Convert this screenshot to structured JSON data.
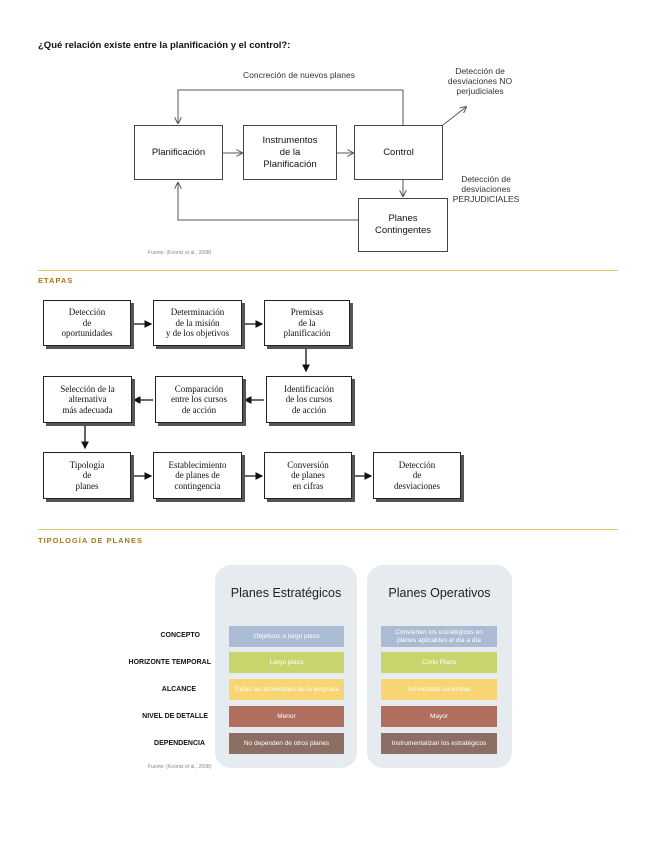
{
  "question": "¿Qué relación existe entre la planificación y el control?:",
  "diagram1": {
    "boxes": {
      "planificacion": "Planificación",
      "instrumentos": "Instrumentos\nde la\nPlanificación",
      "control": "Control",
      "contingentes": "Planes\nContingentes"
    },
    "notes": {
      "concrecion": "Concreción de nuevos planes",
      "no_perjudiciales": "Detección de\ndesviaciones NO\nperjudiciales",
      "perjudiciales": "Detección de\ndesviaciones\nPERJUDICIALES"
    },
    "caption": "Fuente: (Koontz et al., 2008)"
  },
  "etapas": {
    "title": "ETAPAS",
    "boxes": [
      "Detección\nde\noportunidades",
      "Determinación\nde la misión\ny de los objetivos",
      "Premisas\nde la\nplanificación",
      "Identificación\nde los cursos\nde acción",
      "Comparación\nentre los cursos\nde acción",
      "Selección de la\nalternativa\nmás adecuada",
      "Tipología\nde\nplanes",
      "Establecimiento\nde planes de\ncontingencia",
      "Conversión\nde planes\nen cifras",
      "Detección\nde\ndesviaciones"
    ]
  },
  "tipologia": {
    "title": "TIPOLOGÍA DE PLANES",
    "columns": [
      "Planes Estratégicos",
      "Planes Operativos"
    ],
    "rows": [
      "CONCEPTO",
      "HORIZONTE TEMPORAL",
      "ALCANCE",
      "NIVEL DE DETALLE",
      "DEPENDENCIA"
    ],
    "estrategicos": [
      "Objetivos a largo plazo",
      "Largo plazo",
      "Todas las actividades de la empresa",
      "Menor",
      "No dependen de otros planes"
    ],
    "operativos": [
      "Convierten los estratégicos en planes aplicables al día a día",
      "Corto Plazo",
      "Actividades concretas",
      "Mayor",
      "Instrumentalizan los estratégicos"
    ],
    "row_colors": [
      "#a9bcd4",
      "#c9d46d",
      "#f7d572",
      "#b06f5e",
      "#8c6e64"
    ],
    "caption": "Fuente: (Koontz et al., 2008)"
  }
}
